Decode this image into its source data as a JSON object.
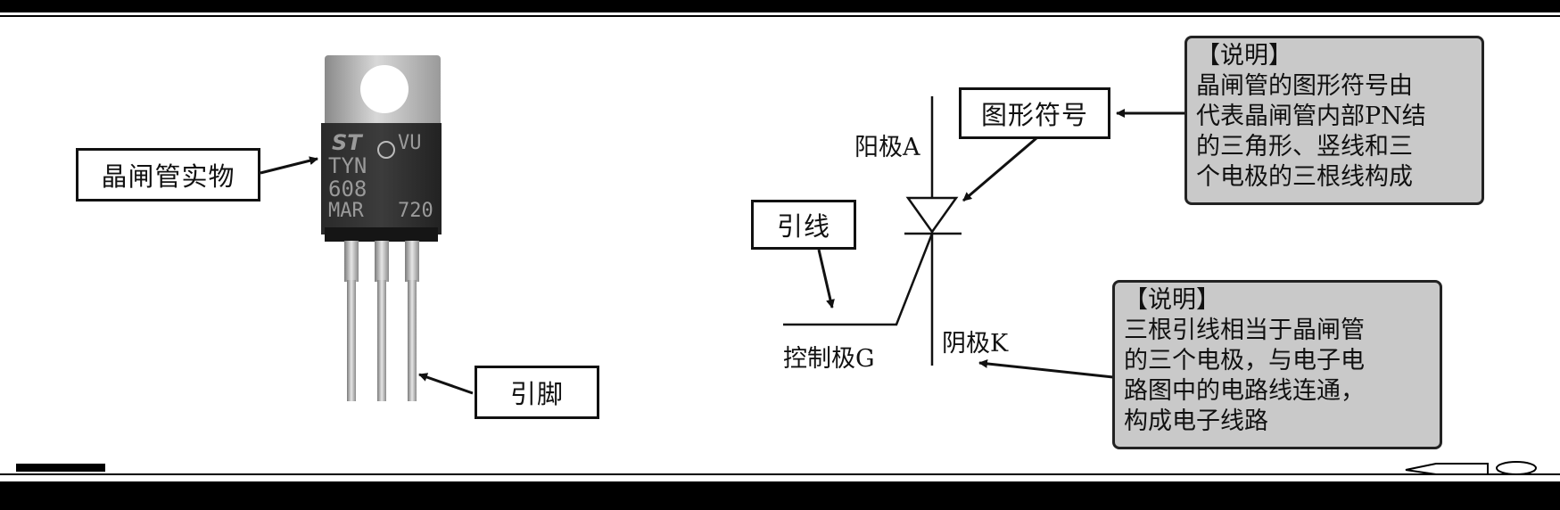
{
  "labels": {
    "device": "晶闸管实物",
    "pins": "引脚",
    "leads": "引线",
    "symbol": "图形符号"
  },
  "device_markings": {
    "logo": "ST",
    "mark": "VU",
    "line1": "TYN",
    "line2": "608",
    "line3": "MAR",
    "code": "720"
  },
  "terminals": {
    "anode": "阳极A",
    "cathode": "阴极K",
    "gate": "控制极G"
  },
  "note_symbol": {
    "title": "【说明】",
    "text": "晶闸管的图形符号由\n代表晶闸管内部PN结\n的三角形、竖线和三\n个电极的三根线构成"
  },
  "note_leads": {
    "title": "【说明】",
    "text": "三根引线相当于晶闸管\n的三个电极，与电子电\n路图中的电路线连通，\n构成电子线路"
  }
}
